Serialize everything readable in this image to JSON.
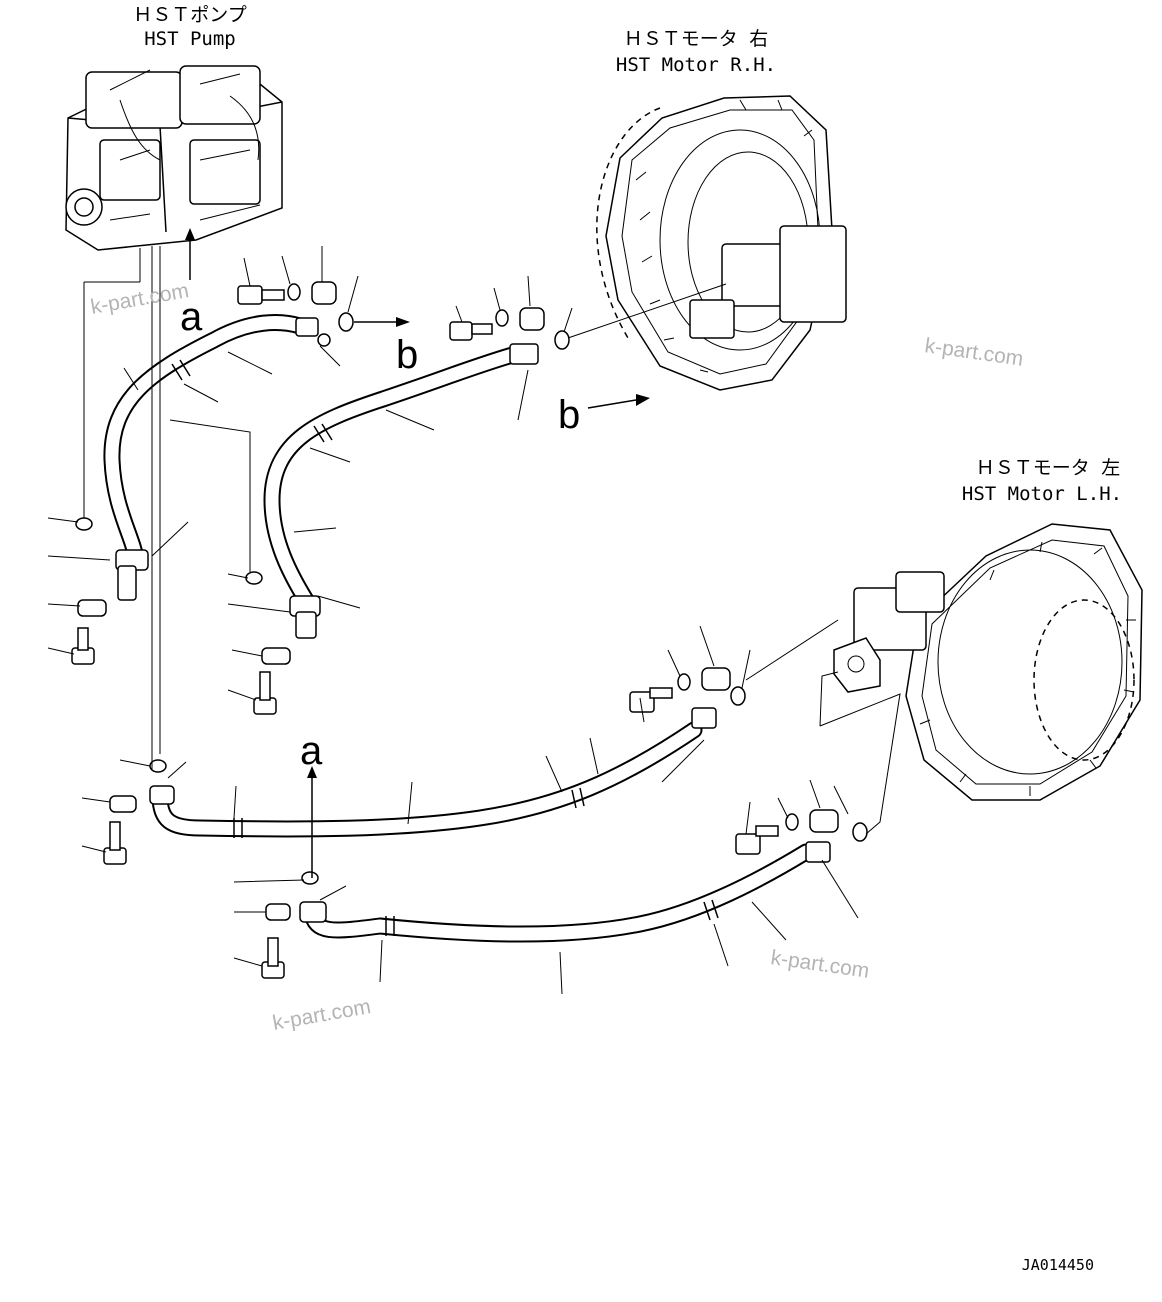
{
  "labels": {
    "pump_jp": "ＨＳＴポンプ",
    "pump_en": "HST Pump",
    "motor_rh_jp": "ＨＳＴモータ 右",
    "motor_rh_en": "HST Motor R.H.",
    "motor_lh_jp": "ＨＳＴモータ 左",
    "motor_lh_en": "HST Motor L.H."
  },
  "ref_letters": {
    "a": "a",
    "b": "b"
  },
  "watermark": "k-part.com",
  "drawing_code": "JA014450"
}
